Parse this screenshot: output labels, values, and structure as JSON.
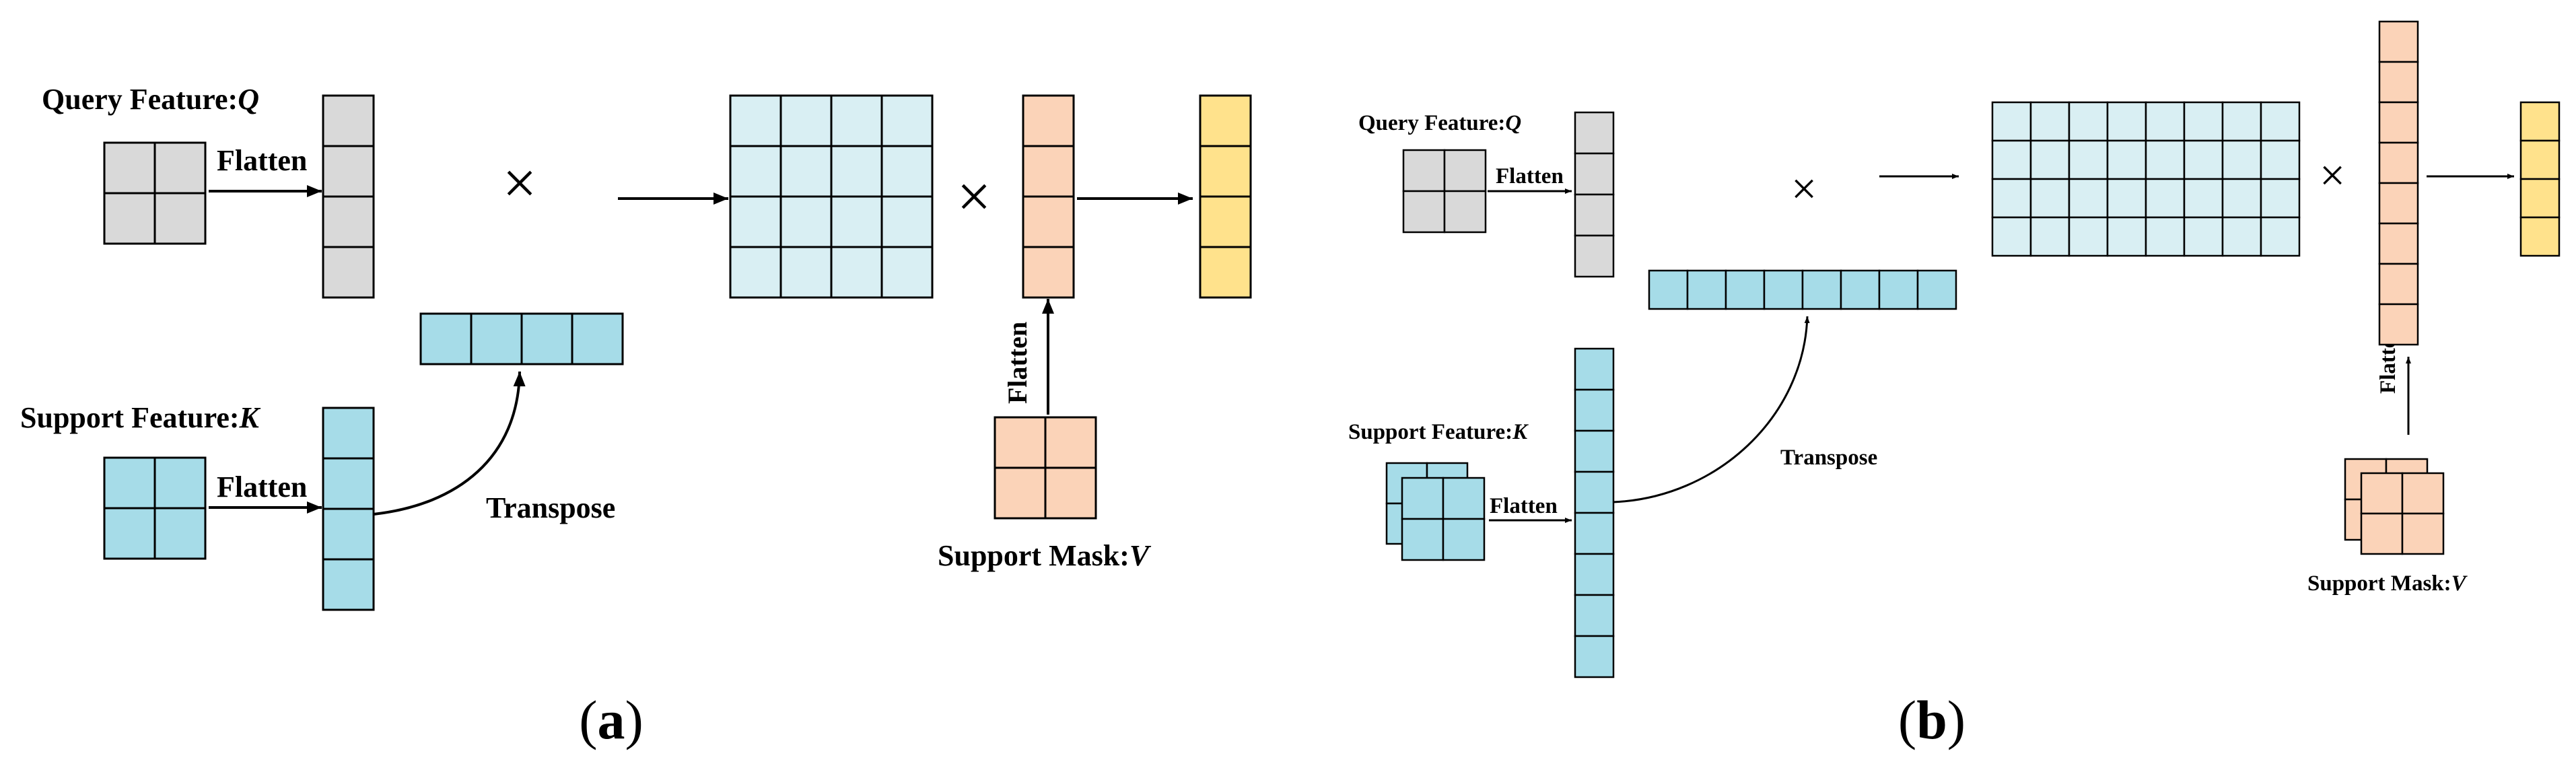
{
  "panels": {
    "a": {
      "caption_open": "(",
      "caption_letter": "a",
      "caption_close": ")",
      "query_label": "Query Feature:",
      "query_var": "Q",
      "support_label": "Support Feature:",
      "support_var": "K",
      "flatten_q": "Flatten",
      "flatten_k": "Flatten",
      "flatten_v": "Flatten",
      "transpose": "Transpose",
      "mask_label": "Support Mask:",
      "mask_var": "V",
      "times_1": "×",
      "times_2": "×"
    },
    "b": {
      "caption_open": "(",
      "caption_letter": "b",
      "caption_close": ")",
      "query_label": "Query Feature:",
      "query_var": "Q",
      "support_label": "Support Feature:",
      "support_var": "K",
      "flatten_q": "Flatten",
      "flatten_k": "Flatten",
      "flatten_v": "Flatten",
      "transpose": "Transpose",
      "mask_label": "Support Mask:",
      "mask_var": "V",
      "times_1": "×",
      "times_2": "×"
    }
  },
  "colors": {
    "gray": "#d9d9d9",
    "blue": "#a6dce8",
    "light_blue": "#d9eff3",
    "peach": "#fbd3b8",
    "yellow": "#ffe28c",
    "line": "#000000"
  }
}
